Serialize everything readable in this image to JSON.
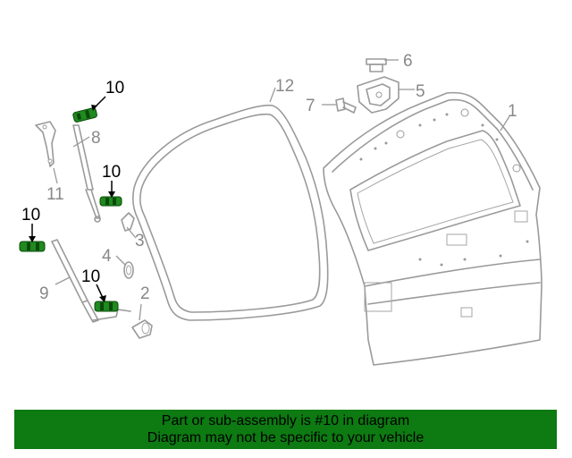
{
  "diagram": {
    "callouts": {
      "c1": "1",
      "c2": "2",
      "c3": "3",
      "c4": "4",
      "c5": "5",
      "c6": "6",
      "c7": "7",
      "c8": "8",
      "c9": "9",
      "c11": "11",
      "c12": "12",
      "c10a": "10",
      "c10b": "10",
      "c10c": "10",
      "c10d": "10"
    }
  },
  "colors": {
    "banner_bg": "#0d7a12",
    "highlight_part": "#1f8a1f",
    "line_gray": "#9a9a9a"
  },
  "banner": {
    "line1": "Part or sub-assembly is #10 in diagram",
    "line2": "Diagram may not be specific to your vehicle"
  }
}
